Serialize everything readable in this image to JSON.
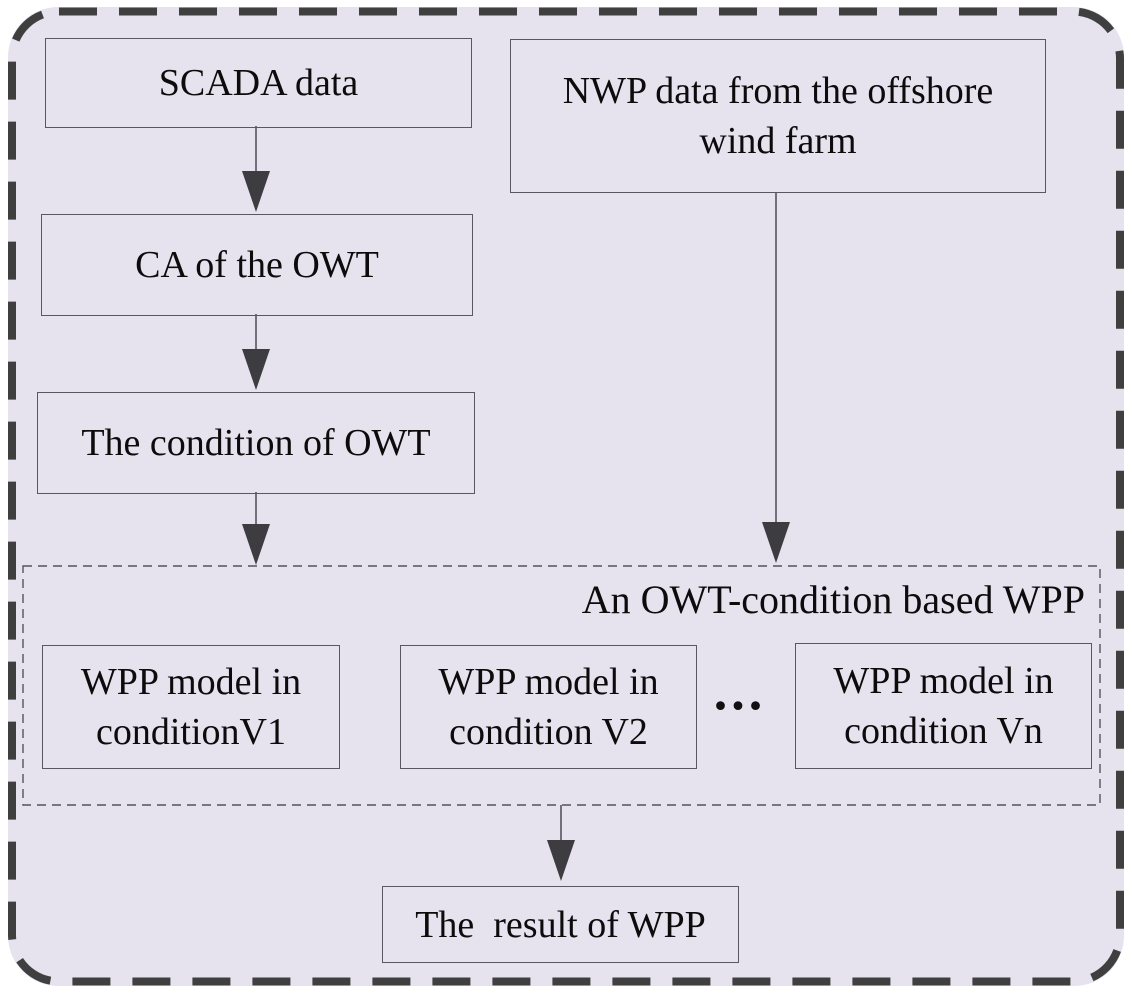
{
  "diagram": {
    "colors": {
      "panel_background": "#e6e3ef",
      "outer_border": "#3f3f3f",
      "box_border": "#5a5760",
      "arrow_line": "#55535b",
      "arrow_head": "#3d3d41",
      "text": "#0c0c0c"
    },
    "nodes": {
      "scada": "SCADA data",
      "ca": "CA of the OWT",
      "owt_condition": "The condition of OWT",
      "nwp": "NWP data from the offshore wind farm",
      "group_title": "An OWT-condition based WPP",
      "wpp_v1": {
        "line1": "WPP model in",
        "line2": "conditionV1"
      },
      "wpp_v2": {
        "line1": "WPP model in",
        "line2": "condition V2"
      },
      "wpp_vn": {
        "line1": "WPP model in",
        "line2": "condition Vn"
      },
      "ellipsis": "...",
      "result": "The  result of WPP"
    }
  }
}
